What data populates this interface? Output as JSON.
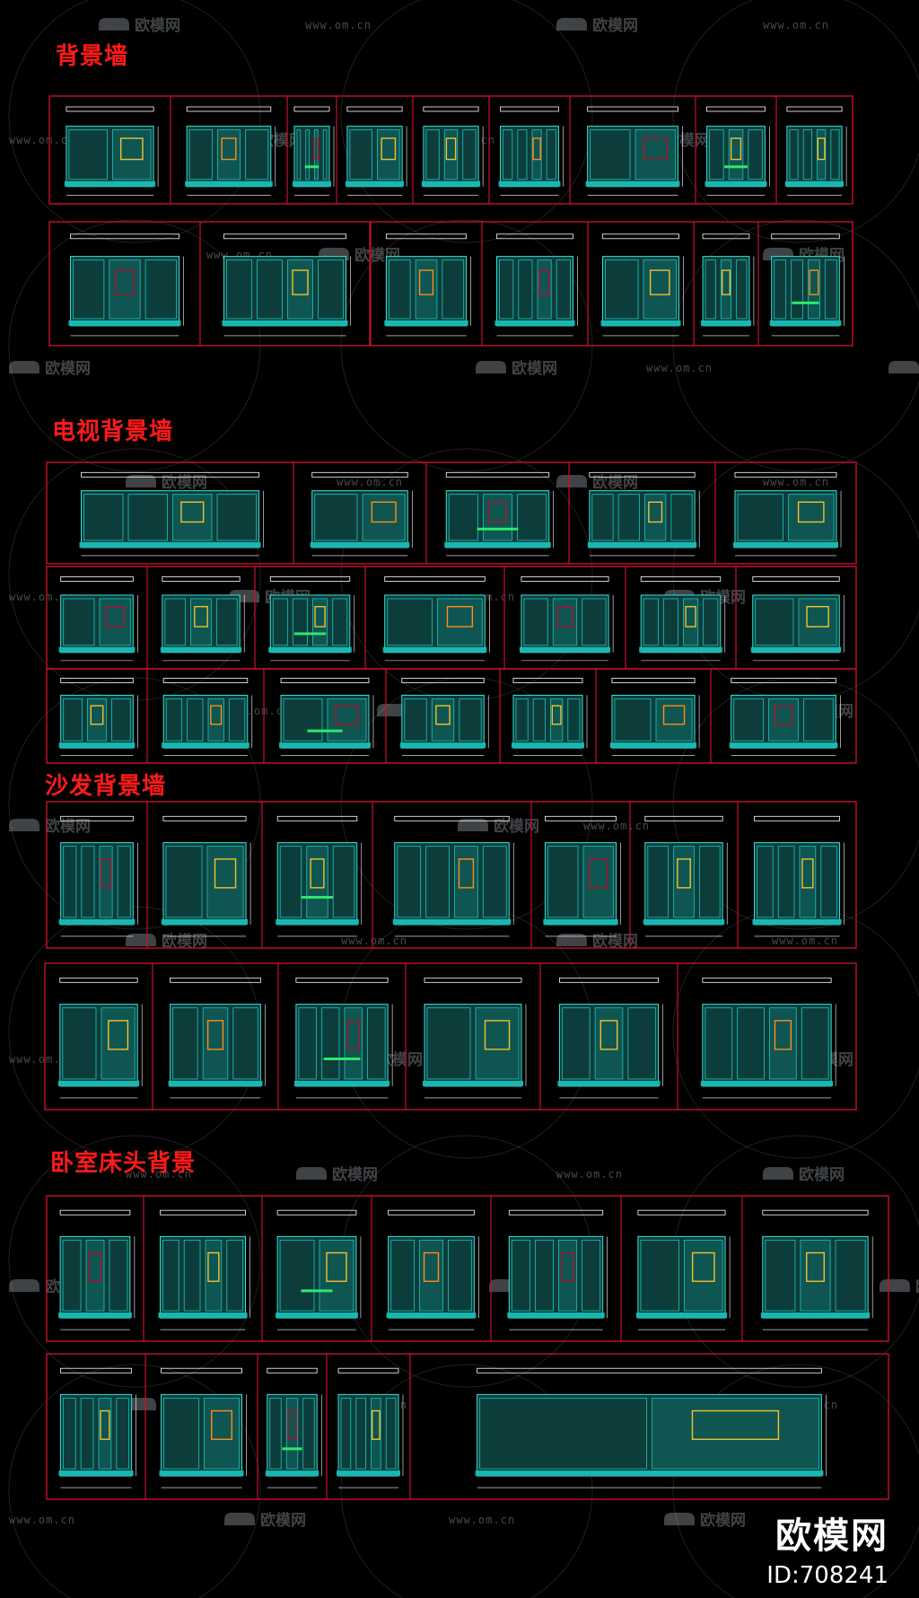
{
  "sections": [
    {
      "title": "背景墙"
    },
    {
      "title": "电视背景墙"
    },
    {
      "title": "沙发背景墙"
    },
    {
      "title": "卧室床头背景"
    }
  ],
  "watermark": {
    "logo_text": "欧模网",
    "url_text": "www.om.cn"
  },
  "brand": {
    "name": "欧模网",
    "id_label": "ID:708241"
  },
  "colors": {
    "background": "#000000",
    "frame": "#c8102e",
    "heading": "#ff1a1a",
    "drawing": "#19b7b0",
    "drawing_light": "#37e3d8",
    "accent_yellow": "#f2c12e",
    "accent_orange": "#ff8c1a",
    "accent_red": "#b0122a",
    "accent_green": "#2ee86b",
    "accent_blue": "#3a6cff"
  },
  "icons": [
    "sofa-logo-icon"
  ]
}
